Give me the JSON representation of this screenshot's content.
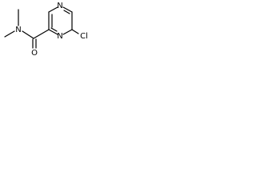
{
  "structure": {
    "atoms": {
      "n_pyrazine_top": "N",
      "n_pyrazine_bottom": "N",
      "n_amide": "N",
      "o_carbonyl": "O",
      "cl": "Cl"
    }
  }
}
